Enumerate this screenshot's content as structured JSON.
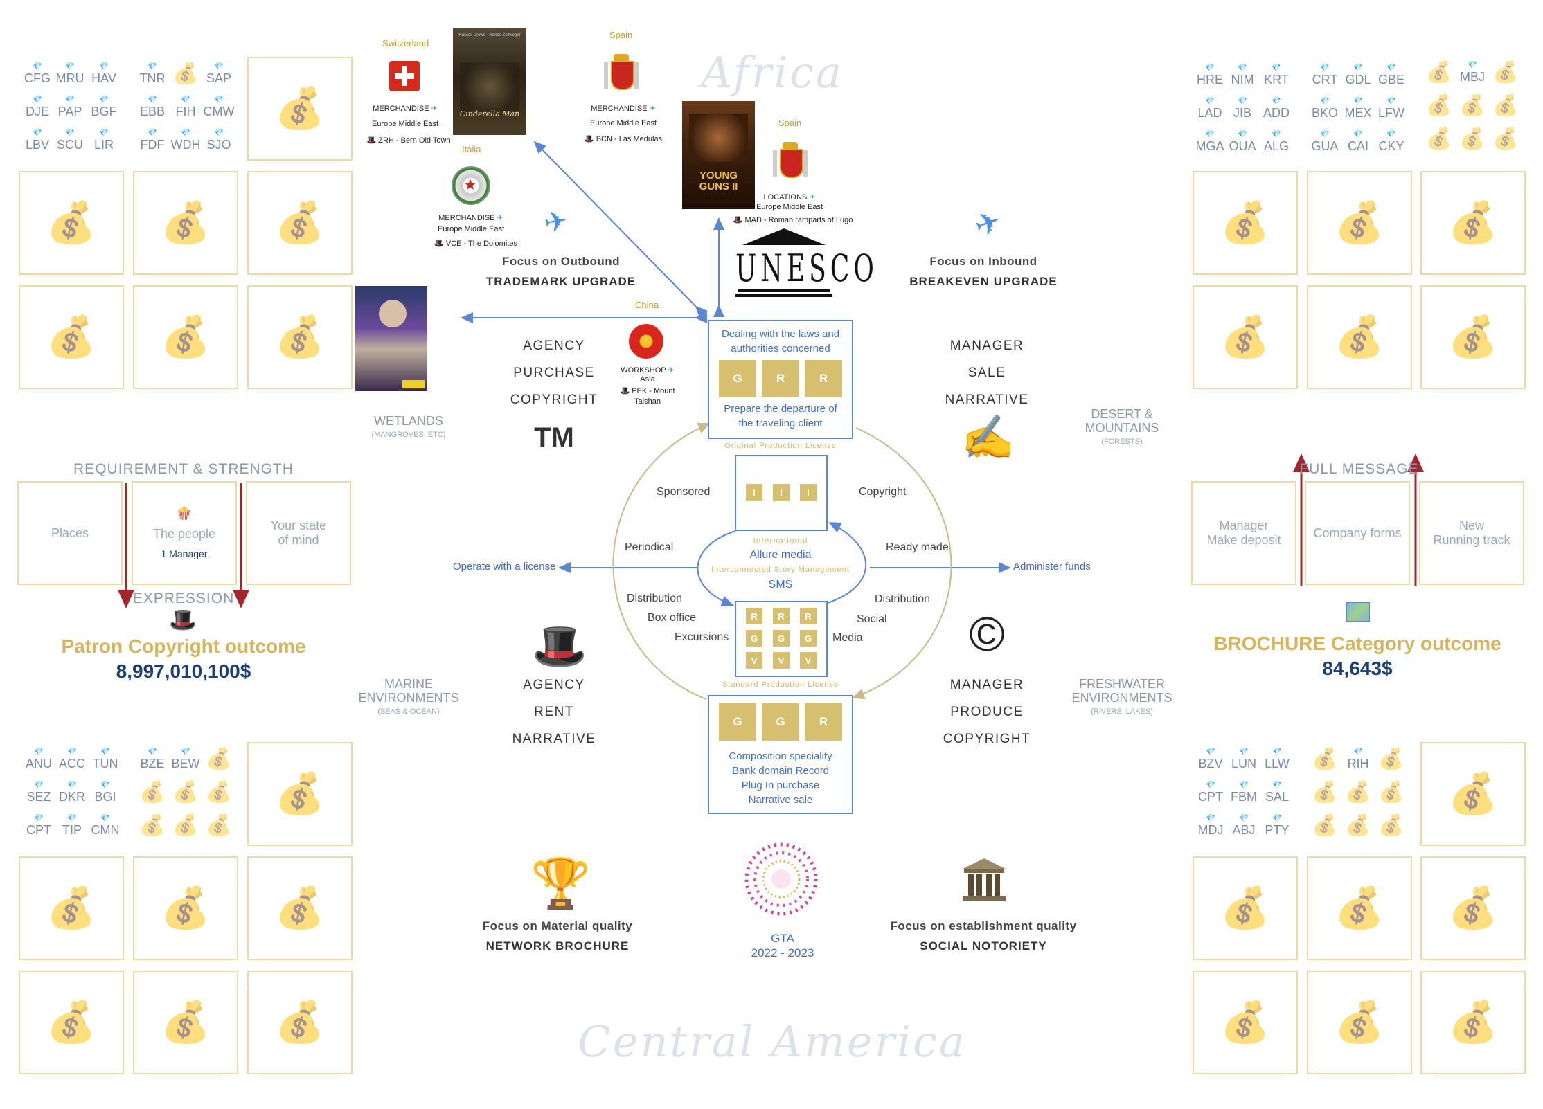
{
  "regions": {
    "top": "Africa",
    "bottom": "Central America"
  },
  "codes": {
    "tl": [
      "CFG",
      "MRU",
      "HAV",
      "TNR",
      "",
      "SAP",
      "DJE",
      "PAP",
      "BGF",
      "EBB",
      "FIH",
      "CMW",
      "LBV",
      "SCU",
      "LIR",
      "FDF",
      "WDH",
      "SJO"
    ],
    "tr": [
      "HRE",
      "NIM",
      "KRT",
      "CRT",
      "GDL",
      "GBE",
      "LAD",
      "JIB",
      "ADD",
      "BKO",
      "MEX",
      "LFW",
      "MGA",
      "OUA",
      "ALG",
      "GUA",
      "CAI",
      "CKY",
      "",
      "MBJ",
      ""
    ],
    "bl": [
      "ANU",
      "ACC",
      "TUN",
      "BZE",
      "BEW",
      "SEZ",
      "DKR",
      "BGI",
      "CPT",
      "TIP",
      "CMN"
    ],
    "br": [
      "BZV",
      "LUN",
      "LLW",
      "RIH",
      "CPT",
      "FBM",
      "SAL",
      "MDJ",
      "ABJ",
      "PTY"
    ]
  },
  "top": {
    "switzerland": {
      "country": "Switzerland",
      "merch": "MERCHANDISE",
      "region": "Europe Middle East",
      "place": "ZRH - Bern Old Town"
    },
    "spain1": {
      "country": "Spain",
      "merch": "MERCHANDISE",
      "region": "Europe Middle East",
      "place": "BCN - Las Medulas"
    },
    "italia": {
      "country": "Italia",
      "merch": "MERCHANDISE",
      "region": "Europe Middle East",
      "place": "VCE - The Dolomites"
    },
    "spain2": {
      "country": "Spain",
      "locations": "LOCATIONS",
      "region": "Europe Middle East",
      "place": "MAD - Roman ramparts of Lugo"
    },
    "china": {
      "country": "China",
      "workshop": "WORKSHOP",
      "region": "Asia",
      "place": "PEK - Mount Taishan"
    },
    "poster1": "Cinderella Man",
    "poster2": "YOUNG GUNS II",
    "unesco": "UNESCO",
    "outbound": {
      "line1": "Focus on Outbound",
      "line2": "TRADEMARK UPGRADE"
    },
    "inbound": {
      "line1": "Focus on Inbound",
      "line2": "BREAKEVEN UPGRADE"
    }
  },
  "left_caps": {
    "top": [
      "AGENCY",
      "PURCHASE",
      "COPYRIGHT"
    ],
    "bottom": [
      "AGENCY",
      "RENT",
      "NARRATIVE"
    ],
    "tm": "TM"
  },
  "right_caps": {
    "top": [
      "MANAGER",
      "SALE",
      "NARRATIVE"
    ],
    "bottom": [
      "MANAGER",
      "PRODUCE",
      "COPYRIGHT"
    ],
    "copyright": "©"
  },
  "envs": {
    "wetlands": {
      "title": "WETLANDS",
      "sub": "(MANGROVES, ETC)"
    },
    "desert": {
      "title": "DESERT &\nMOUNTAINS",
      "sub": "(FORESTS)"
    },
    "marine": {
      "title": "MARINE\nENVIRONMENTS",
      "sub": "(SEAS & OCEAN)"
    },
    "fresh": {
      "title": "FRESHWATER\nENVIRONMENTS",
      "sub": "(RIVERS, LAKES)"
    }
  },
  "center": {
    "top_box": {
      "line1": "Dealing with the laws and",
      "line2": "authorities concerned",
      "boxes": [
        "G",
        "R",
        "R"
      ],
      "line3": "Prepare the departure of",
      "line4": "the traveling client"
    },
    "opl": "Original Production License",
    "mid_boxes": [
      "I",
      "I",
      "I"
    ],
    "sponsored": "Sponsored",
    "copyright": "Copyright",
    "periodical": "Periodical",
    "ready_made": "Ready made",
    "international": "International",
    "allure": "Allure media",
    "ism": "Interconnected Story Management",
    "sms": "SMS",
    "operate": "Operate with a license",
    "administer": "Administer funds",
    "dist_l": "Distribution",
    "box_office": "Box office",
    "excursions": "Excursions",
    "dist_r": "Distribution",
    "social": "Social",
    "media": "Media",
    "grid": [
      "R",
      "R",
      "R",
      "G",
      "G",
      "G",
      "V",
      "V",
      "V"
    ],
    "spl": "Standard Production License",
    "bot_boxes": [
      "G",
      "G",
      "R"
    ],
    "bot_lines": [
      "Composition speciality",
      "Bank domain Record",
      "Plug In purchase",
      "Narrative sale"
    ]
  },
  "left_panel": {
    "title": "REQUIREMENT & STRENGTH",
    "places": "Places",
    "people": "The people",
    "manager": "1 Manager",
    "state": "Your state\nof mind",
    "expression": "EXPRESSION",
    "outcome": "Patron Copyright outcome",
    "value": "8,997,010,100$"
  },
  "right_panel": {
    "title": "FULL MESSAGE",
    "deposit": "Manager\nMake deposit",
    "forms": "Company forms",
    "track": "New\nRunning track",
    "outcome": "BROCHURE Category outcome",
    "value": "84,643$"
  },
  "bottom": {
    "material": {
      "line1": "Focus on Material quality",
      "line2": "NETWORK BROCHURE"
    },
    "gta": {
      "line1": "GTA",
      "line2": "2022 - 2023"
    },
    "establishment": {
      "line1": "Focus on establishment quality",
      "line2": "SOCIAL NOTORIETY"
    }
  }
}
